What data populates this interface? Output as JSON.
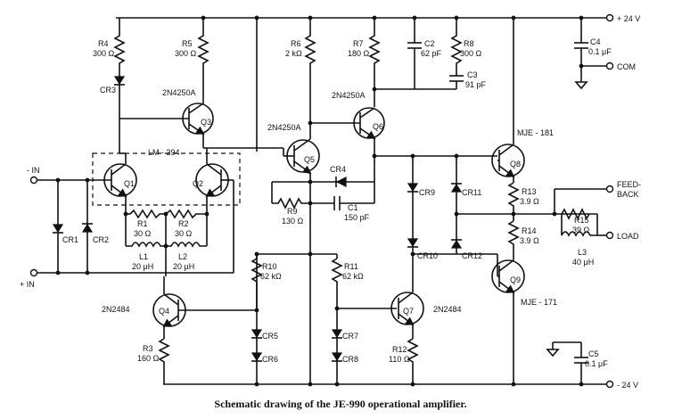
{
  "caption": "Schematic drawing of the JE-990 operational amplifier.",
  "terminals": {
    "vpos": "+ 24 V",
    "vneg": "- 24 V",
    "com": "COM",
    "feedback_1": "FEED-",
    "feedback_2": "BACK",
    "load": "LOAD",
    "inv_in": "- IN",
    "noninv_in": "+ IN"
  },
  "transistors": {
    "q1": "Q1",
    "q2": "Q2",
    "q3": "Q3",
    "q4": "Q4",
    "q5": "Q5",
    "q6": "Q6",
    "q7": "Q7",
    "q8": "Q8",
    "q9": "Q9",
    "q3_type": "2N4250A",
    "q5_type": "2N4250A",
    "q6_type": "2N4250A",
    "q4_type": "2N2484",
    "q7_type": "2N2484",
    "q8_type": "MJE - 181",
    "q9_type": "MJE - 171",
    "pair": "LM - 394"
  },
  "resistors": {
    "r4": "R4",
    "r4_val": "300 Ω",
    "r5": "R5",
    "r5_val": "300 Ω",
    "r6": "R6",
    "r6_val": "2 kΩ",
    "r7": "R7",
    "r7_val": "180 Ω",
    "r8": "R8",
    "r8_val": "300 Ω",
    "r1": "R1",
    "r1_val": "30 Ω",
    "r2": "R2",
    "r2_val": "30 Ω",
    "r3": "R3",
    "r3_val": "160 Ω",
    "r9": "R9",
    "r9_val": "130 Ω",
    "r10": "R10",
    "r10_val": "62 kΩ",
    "r11": "R11",
    "r11_val": "62 kΩ",
    "r12": "R12",
    "r12_val": "110 Ω",
    "r13": "R13",
    "r13_val": "3.9 Ω",
    "r14": "R14",
    "r14_val": "3.9 Ω",
    "r15": "R15",
    "r15_val": "39 Ω"
  },
  "capacitors": {
    "c1": "C1",
    "c1_val": "150 pF",
    "c2": "C2",
    "c2_val": "62 pF",
    "c3": "C3",
    "c3_val": "91 pF",
    "c4": "C4",
    "c4_val": "0.1 μF",
    "c5": "C5",
    "c5_val": "0.1 μF"
  },
  "inductors": {
    "l1": "L1",
    "l1_val": "20 μH",
    "l2": "L2",
    "l2_val": "20 μH",
    "l3": "L3",
    "l3_val": "40 μH"
  },
  "diodes": {
    "cr1": "CR1",
    "cr2": "CR2",
    "cr3": "CR3",
    "cr4": "CR4",
    "cr5": "CR5",
    "cr6": "CR6",
    "cr7": "CR7",
    "cr8": "CR8",
    "cr9": "CR9",
    "cr10": "CR10",
    "cr11": "CR11",
    "cr12": "CR12"
  }
}
